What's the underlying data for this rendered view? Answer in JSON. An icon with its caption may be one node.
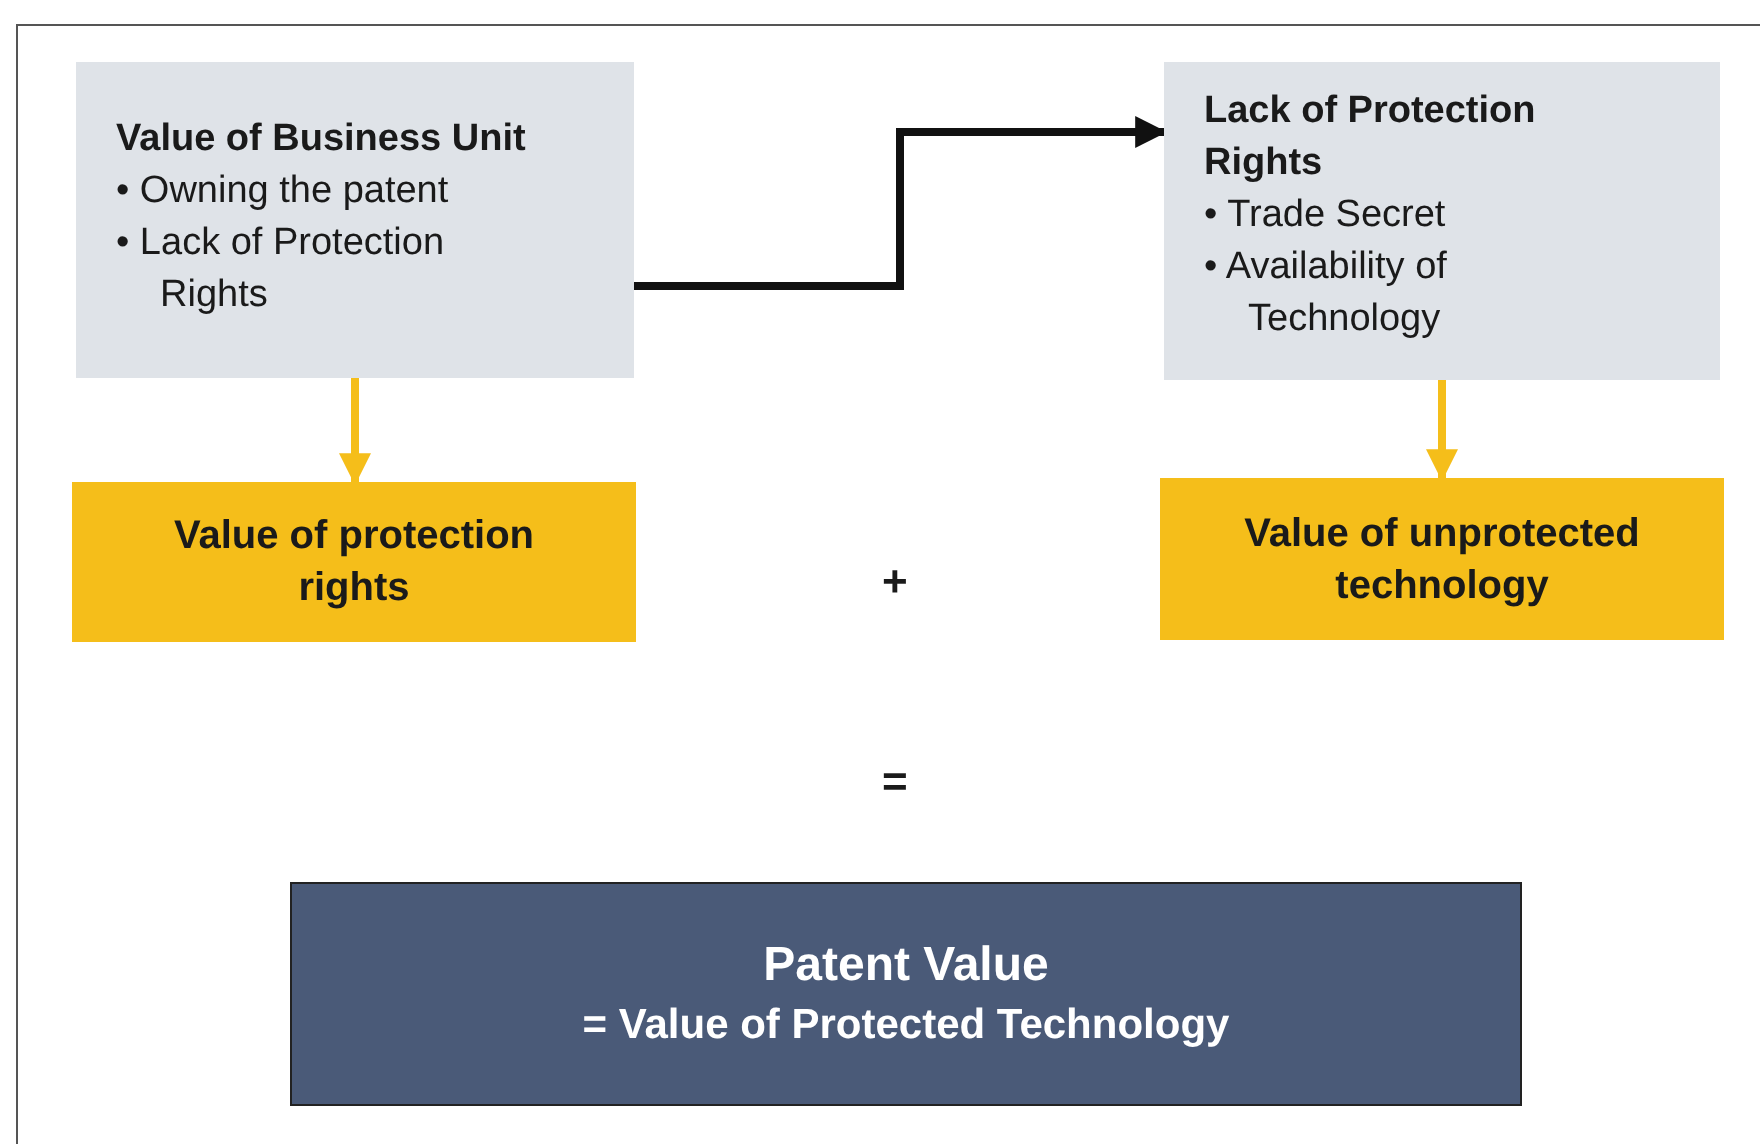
{
  "diagram": {
    "nodes": [
      {
        "text": [
          "Value of Business Unit",
          "• Owning the patent",
          "• Lack of Protection Rights"
        ]
      },
      {
        "text": [
          "Lack of Protection Rights",
          "• Trade Secret",
          "• Availability of Technology"
        ]
      },
      {
        "text": [
          "Value of protection rights"
        ]
      },
      {
        "text": [
          "Value of unprotected technology"
        ]
      },
      {
        "text": [
          "Patent Value",
          "= Value of Protected Technology"
        ]
      }
    ],
    "edges": [
      {
        "from": 0,
        "to": 1,
        "arrow": "to",
        "color": "#111111"
      },
      {
        "from": 0,
        "to": 2,
        "arrow": "to"
      },
      {
        "from": 1,
        "to": 3,
        "arrow": "to"
      }
    ],
    "labels": [
      "+",
      "="
    ]
  }
}
